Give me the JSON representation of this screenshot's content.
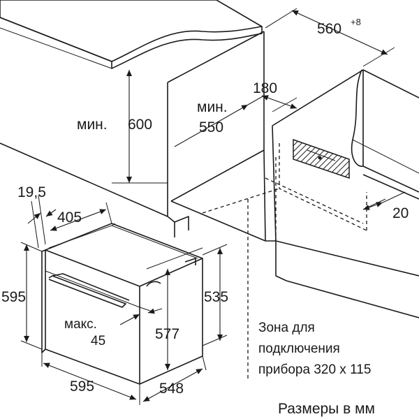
{
  "dimensions": {
    "niche_width": "560",
    "niche_width_tolerance": "+8",
    "min_height_prefix": "мин.",
    "min_height_value": "600",
    "min_depth_prefix": "мин.",
    "min_depth_value": "550",
    "vent_gap": "180",
    "rear_gap": "20",
    "panel_offset": "19,5",
    "door_depth": "405",
    "front_height": "595",
    "front_width": "595",
    "max_prefix": "макс.",
    "max_value": "45",
    "body_height": "577",
    "body_depth": "548",
    "side_height": "535"
  },
  "connection_zone": {
    "line1": "Зона для",
    "line2": "подключения",
    "line3": "прибора 320 x 115"
  },
  "units_note": "Размеры в мм",
  "colors": {
    "line": "#1a1a1a",
    "countertop": "#e6e6e6",
    "wall": "#f2f2f2",
    "hatch": "#1a1a1a"
  }
}
